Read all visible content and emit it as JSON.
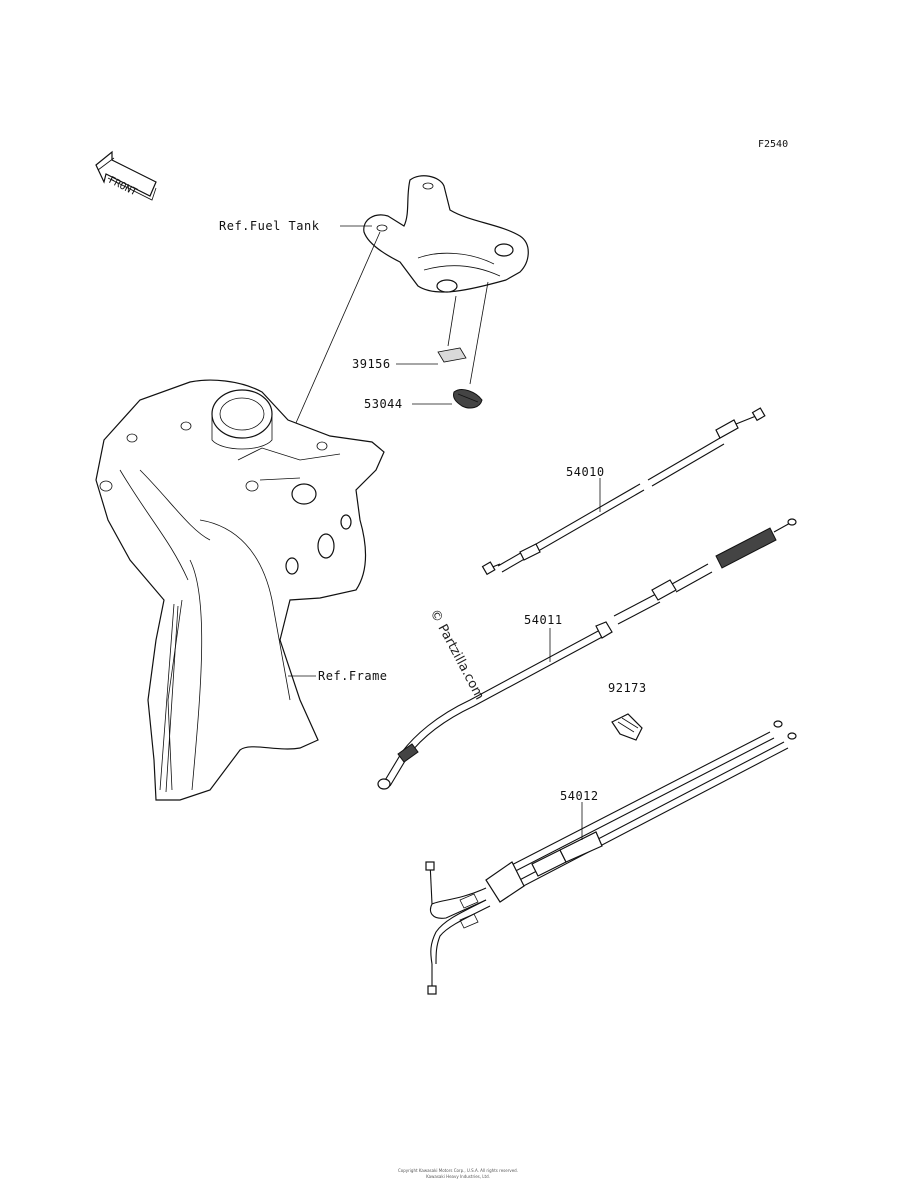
{
  "diagram": {
    "figure_code": "F2540",
    "front_arrow_label": "FRONT",
    "callouts": {
      "fuel_tank_ref": "Ref.Fuel Tank",
      "frame_ref": "Ref.Frame",
      "part_39156": "39156",
      "part_53044": "53044",
      "part_54010": "54010",
      "part_54011": "54011",
      "part_92173": "92173",
      "part_54012": "54012"
    },
    "watermark": "© Partzilla.com",
    "copyright_line1": "Copyright Kawasaki Motors Corp., U.S.A. All rights reserved.",
    "copyright_line2": "Kawasaki Heavy Industries, Ltd."
  }
}
